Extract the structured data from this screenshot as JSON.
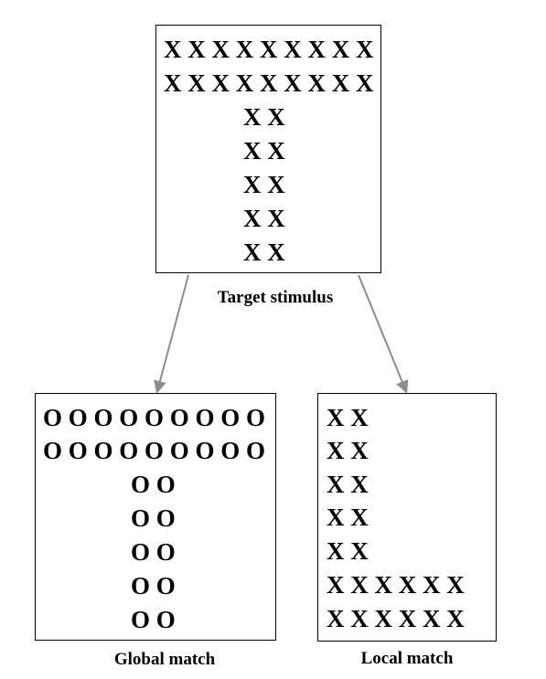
{
  "target": {
    "caption": "Target stimulus",
    "rows": [
      "X X X X X X X X X",
      "X X X X X X X X X",
      "X X",
      "X X",
      "X X",
      "X X",
      "X X"
    ]
  },
  "global_match": {
    "caption": "Global match",
    "rows": [
      "O O O O O O O O O",
      "O O O O O O O O O",
      "O O",
      "O O",
      "O O",
      "O O",
      "O O"
    ]
  },
  "local_match": {
    "caption": "Local match",
    "rows": [
      "X X",
      "X X",
      "X X",
      "X X",
      "X X",
      "X X X X X X",
      "X X X X X X"
    ]
  },
  "colors": {
    "arrow": "#8c8c8c",
    "border": "#000000"
  }
}
